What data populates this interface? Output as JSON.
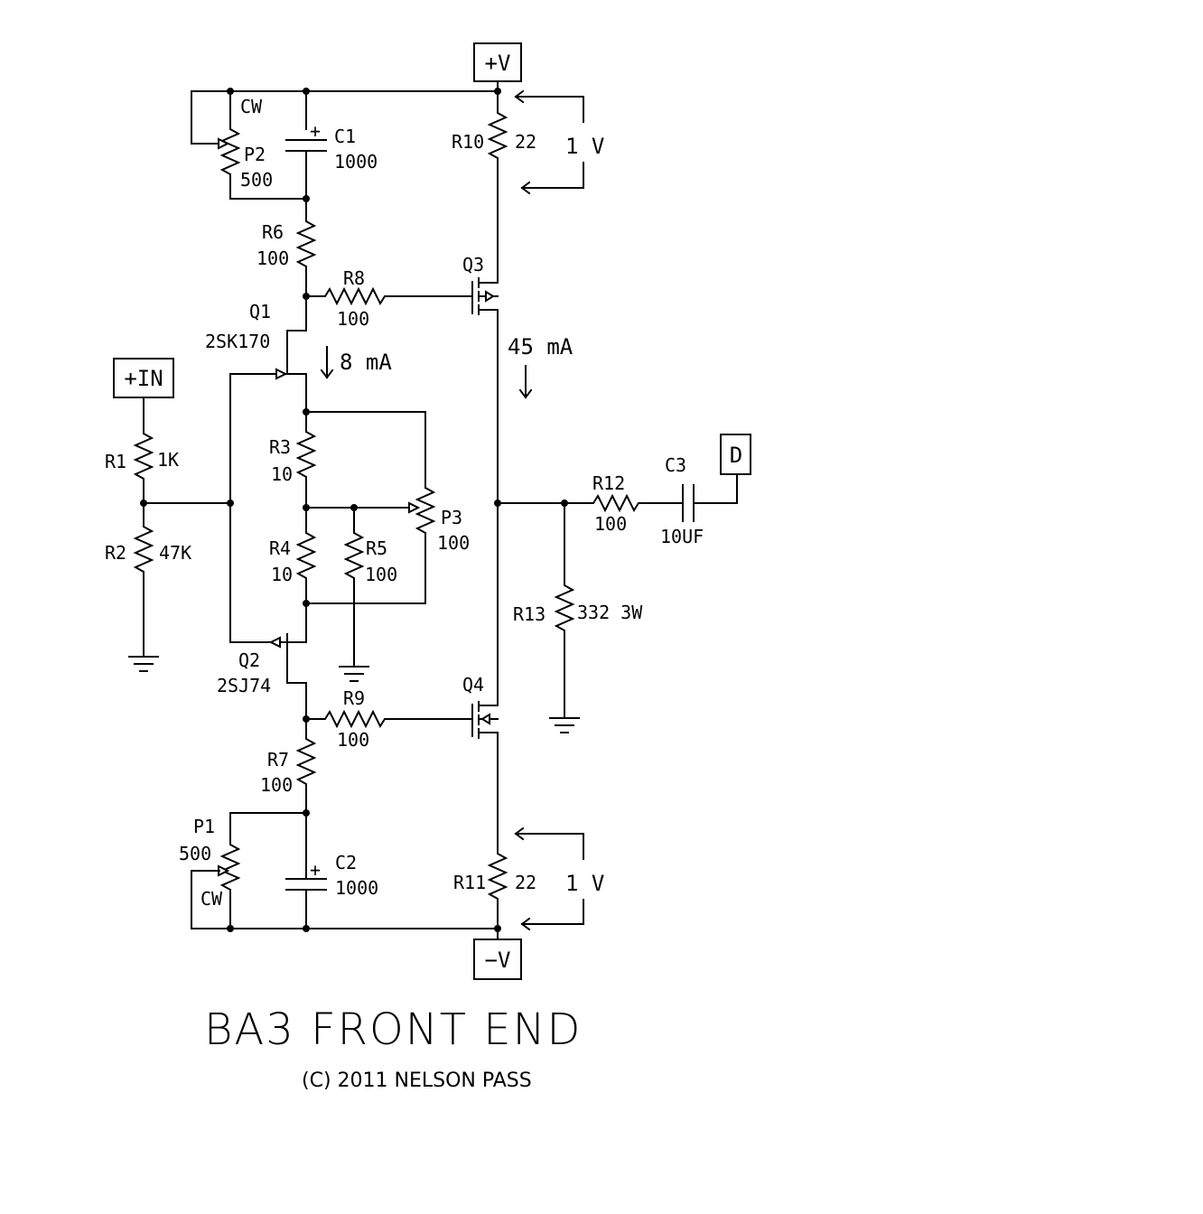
{
  "title": "BA3 FRONT END",
  "copyright": "(C) 2011 NELSON PASS",
  "terminals": {
    "pos_supply": "+V",
    "neg_supply": "−V",
    "input": "+IN",
    "output": "D"
  },
  "components": {
    "P2": {
      "ref": "P2",
      "value": "500",
      "cw": "CW"
    },
    "C1": {
      "ref": "C1",
      "value": "1000",
      "polarity": "+"
    },
    "R6": {
      "ref": "R6",
      "value": "100"
    },
    "R8": {
      "ref": "R8",
      "value": "100"
    },
    "Q1": {
      "ref": "Q1",
      "part": "2SK170"
    },
    "Q3": {
      "ref": "Q3"
    },
    "R10": {
      "ref": "R10",
      "value": "22"
    },
    "R1": {
      "ref": "R1",
      "value": "1K"
    },
    "R2": {
      "ref": "R2",
      "value": "47K"
    },
    "R3": {
      "ref": "R3",
      "value": "10"
    },
    "R4": {
      "ref": "R4",
      "value": "10"
    },
    "R5": {
      "ref": "R5",
      "value": "100"
    },
    "P3": {
      "ref": "P3",
      "value": "100"
    },
    "Q2": {
      "ref": "Q2",
      "part": "2SJ74"
    },
    "R9": {
      "ref": "R9",
      "value": "100"
    },
    "Q4": {
      "ref": "Q4"
    },
    "R7": {
      "ref": "R7",
      "value": "100"
    },
    "P1": {
      "ref": "P1",
      "value": "500",
      "cw": "CW"
    },
    "C2": {
      "ref": "C2",
      "value": "1000",
      "polarity": "+"
    },
    "R11": {
      "ref": "R11",
      "value": "22"
    },
    "R12": {
      "ref": "R12",
      "value": "100"
    },
    "C3": {
      "ref": "C3",
      "value": "10UF"
    },
    "R13": {
      "ref": "R13",
      "value": "332 3W"
    }
  },
  "annotations": {
    "q1_current": "8 mA",
    "output_current": "45 mA",
    "r10_voltage": "1 V",
    "r11_voltage": "1 V"
  }
}
